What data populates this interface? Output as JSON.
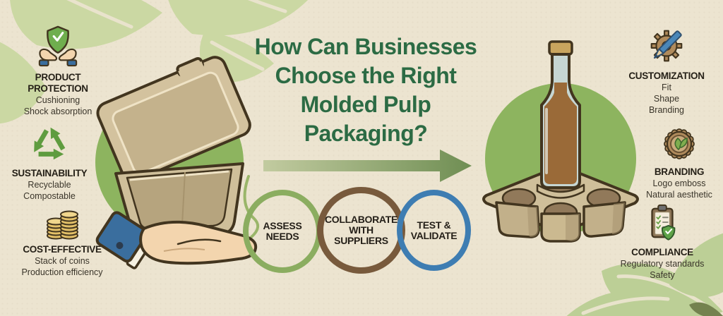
{
  "background": {
    "paper_color": "#ece4d0",
    "leaf_color_light": "#cbd8a3",
    "leaf_color_dark": "#bccf96",
    "leaf_color_accent": "#74824f"
  },
  "title": {
    "lines": [
      "How Can Businesses",
      "Choose the Right",
      "Molded Pulp",
      "Packaging?"
    ],
    "color": "#2c6b44"
  },
  "features_left": [
    {
      "icon": "hands-holding-shield-icon",
      "heading_lines": [
        "PRODUCT",
        "PROTECTION"
      ],
      "subs": [
        "Cushioning",
        "Shock absorption"
      ]
    },
    {
      "icon": "recycle-icon",
      "heading_lines": [
        "SUSTAINABILITY"
      ],
      "subs": [
        "Recyclable",
        "Compostable"
      ]
    },
    {
      "icon": "coin-stacks-icon",
      "heading_lines": [
        "COST-EFFECTIVE"
      ],
      "subs": [
        "Stack of coins",
        "Production efficiency"
      ]
    }
  ],
  "features_right": [
    {
      "icon": "gear-pencil-icon",
      "heading_lines": [
        "CUSTOMIZATION"
      ],
      "subs": [
        "Fit",
        "Shape",
        "Branding"
      ]
    },
    {
      "icon": "leaf-badge-icon",
      "heading_lines": [
        "BRANDING"
      ],
      "subs": [
        "Logo emboss",
        "Natural aesthetic"
      ]
    },
    {
      "icon": "clipboard-shield-icon",
      "heading_lines": [
        "COMPLIANCE"
      ],
      "subs": [
        "Regulatory standards",
        "Safety"
      ]
    }
  ],
  "process": {
    "arrow_color_start": "#c2cba0",
    "arrow_color_end": "#6f8e53",
    "steps": [
      {
        "label_lines": [
          "ASSESS",
          "NEEDS"
        ],
        "ring_color": "#8bad60"
      },
      {
        "label_lines": [
          "COLLABORATE",
          "WITH",
          "SUPPLIERS"
        ],
        "ring_color": "#785a3c"
      },
      {
        "label_lines": [
          "TEST &",
          "VALIDATE"
        ],
        "ring_color": "#3e7db2"
      }
    ]
  },
  "illustrations": {
    "left": {
      "name": "clamshell-container-in-hand",
      "circle_color": "#8db45f"
    },
    "right": {
      "name": "bottle-in-pulp-carrier",
      "circle_color": "#8db45f"
    }
  }
}
